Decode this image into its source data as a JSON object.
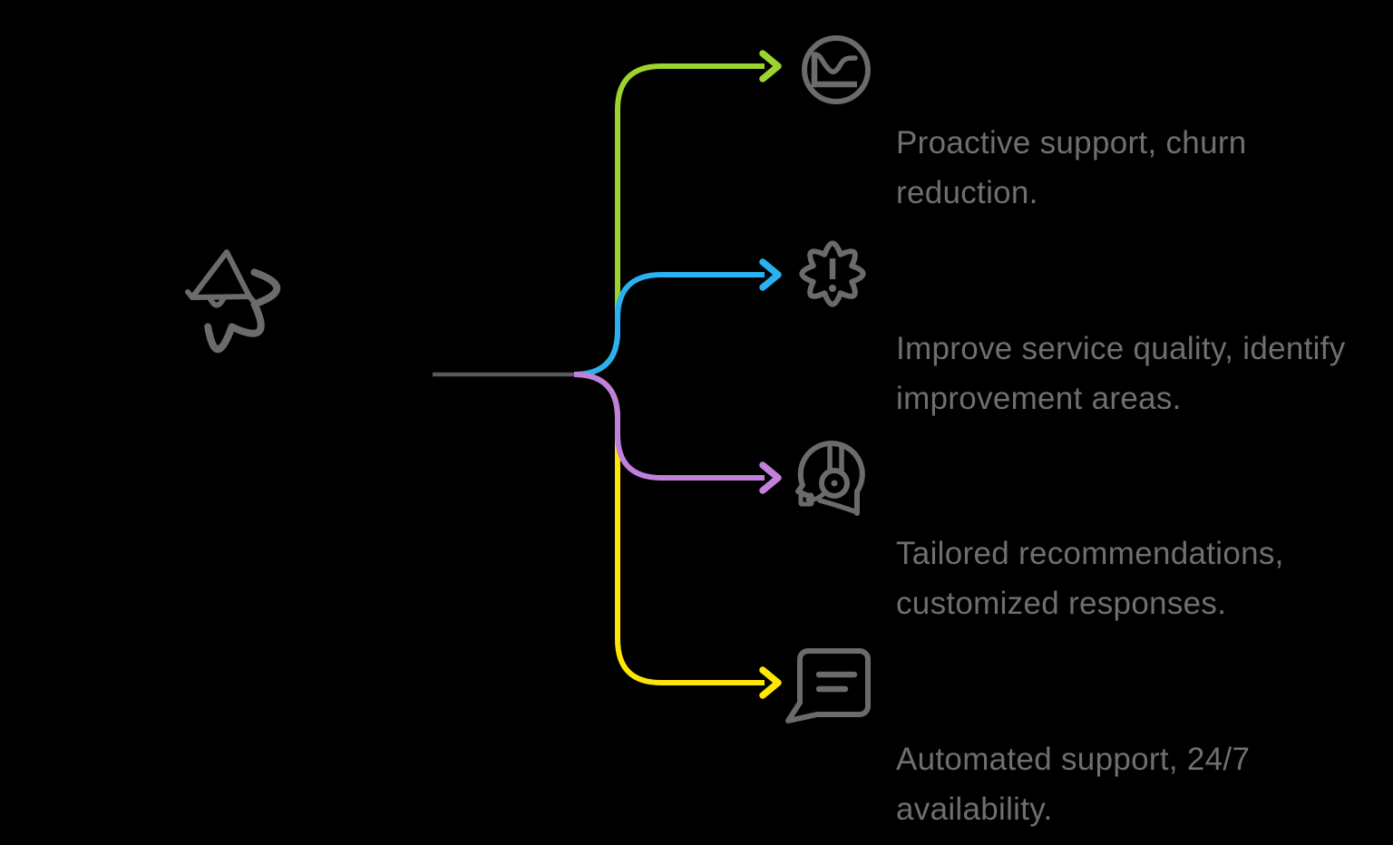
{
  "colors": {
    "background": "#000000",
    "trunk_gray": "#5a5a5a",
    "icon_gray": "#6b6b6b",
    "text_gray": "#6f6f6f"
  },
  "root": {
    "icon": "gear-megaphone-icon"
  },
  "branches": [
    {
      "id": "proactive",
      "color": "#9cd32f",
      "icon": "line-chart-icon",
      "label": "Proactive support, churn reduction."
    },
    {
      "id": "service-quality",
      "color": "#29b1f2",
      "icon": "exclamation-badge-icon",
      "label": "Improve service quality, identify improvement areas."
    },
    {
      "id": "personalization",
      "color": "#c180dc",
      "icon": "support-agent-icon",
      "label": "Tailored recommendations, customized responses."
    },
    {
      "id": "automation",
      "color": "#ffe606",
      "icon": "chat-bubble-icon",
      "label": "Automated support, 24/7 availability."
    }
  ]
}
